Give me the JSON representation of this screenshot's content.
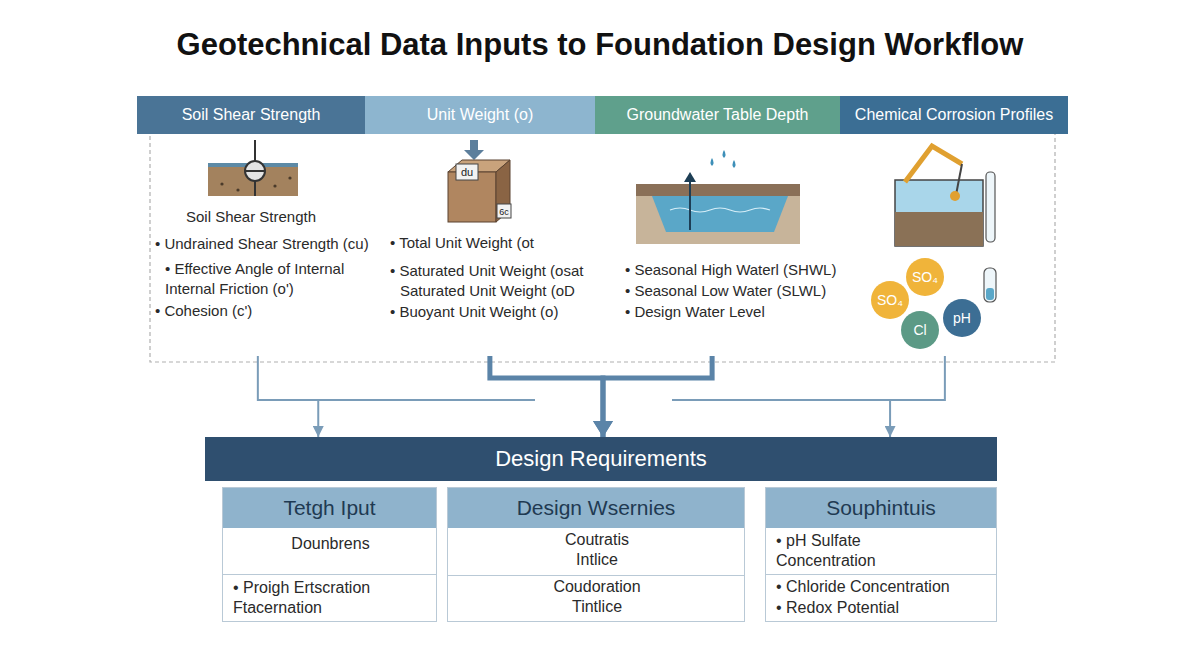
{
  "diagram": {
    "title": "Geotechnical Data Inputs to Foundation Design Workflow",
    "nodes": [
      {
        "text": [
          "Soil Shear Strength",
          "Soil Shear Strength",
          "• Undrained Shear Strength (cu)",
          "• Effective Angle of Internal Internal Friction (o')",
          "• Cohesion (c')"
        ]
      },
      {
        "text": [
          "Unit Weight (o)",
          "• Total Unit Weight (ot",
          "• Saturated Unit Weight (osat",
          "Saturated Unit Weight (oD",
          "• Buoyant Unit Weight (o)"
        ]
      },
      {
        "text": [
          "Groundwater Table Depth",
          "• Seasonal High Waterl (SHWL)",
          "• Seasonal Low Water (SLWL)",
          "• Design Water Level"
        ]
      },
      {
        "text": [
          "Chemical Corrosion Profiles"
        ]
      },
      {
        "text": [
          "SO₄"
        ],
        "in": 3
      },
      {
        "text": [
          "SO₄"
        ],
        "in": 3
      },
      {
        "text": [
          "Cl"
        ],
        "in": 3
      },
      {
        "text": [
          "pH"
        ],
        "in": 3
      },
      {
        "text": [
          "Design Requirements"
        ]
      },
      {
        "text": [
          "Tetgh Iput",
          "Dounbrens",
          "• Proigh Ertscration Ftacernation"
        ]
      },
      {
        "text": [
          "Design Wsernies",
          "Coutratis Intlice",
          "Coudoration Tintlice"
        ]
      },
      {
        "text": [
          "Souphintuis",
          "• pH Sulfate Concentration",
          "• Chloride Concentration",
          "• Redox Potential"
        ]
      }
    ],
    "edges": [
      {
        "from": 0,
        "to": 8,
        "arrow": "to"
      },
      {
        "from": 1,
        "to": 8,
        "arrow": "to"
      },
      {
        "from": 2,
        "to": 8,
        "arrow": "to"
      },
      {
        "from": 3,
        "to": 8,
        "arrow": "to"
      }
    ],
    "labels": [
      "du",
      "6c"
    ]
  }
}
